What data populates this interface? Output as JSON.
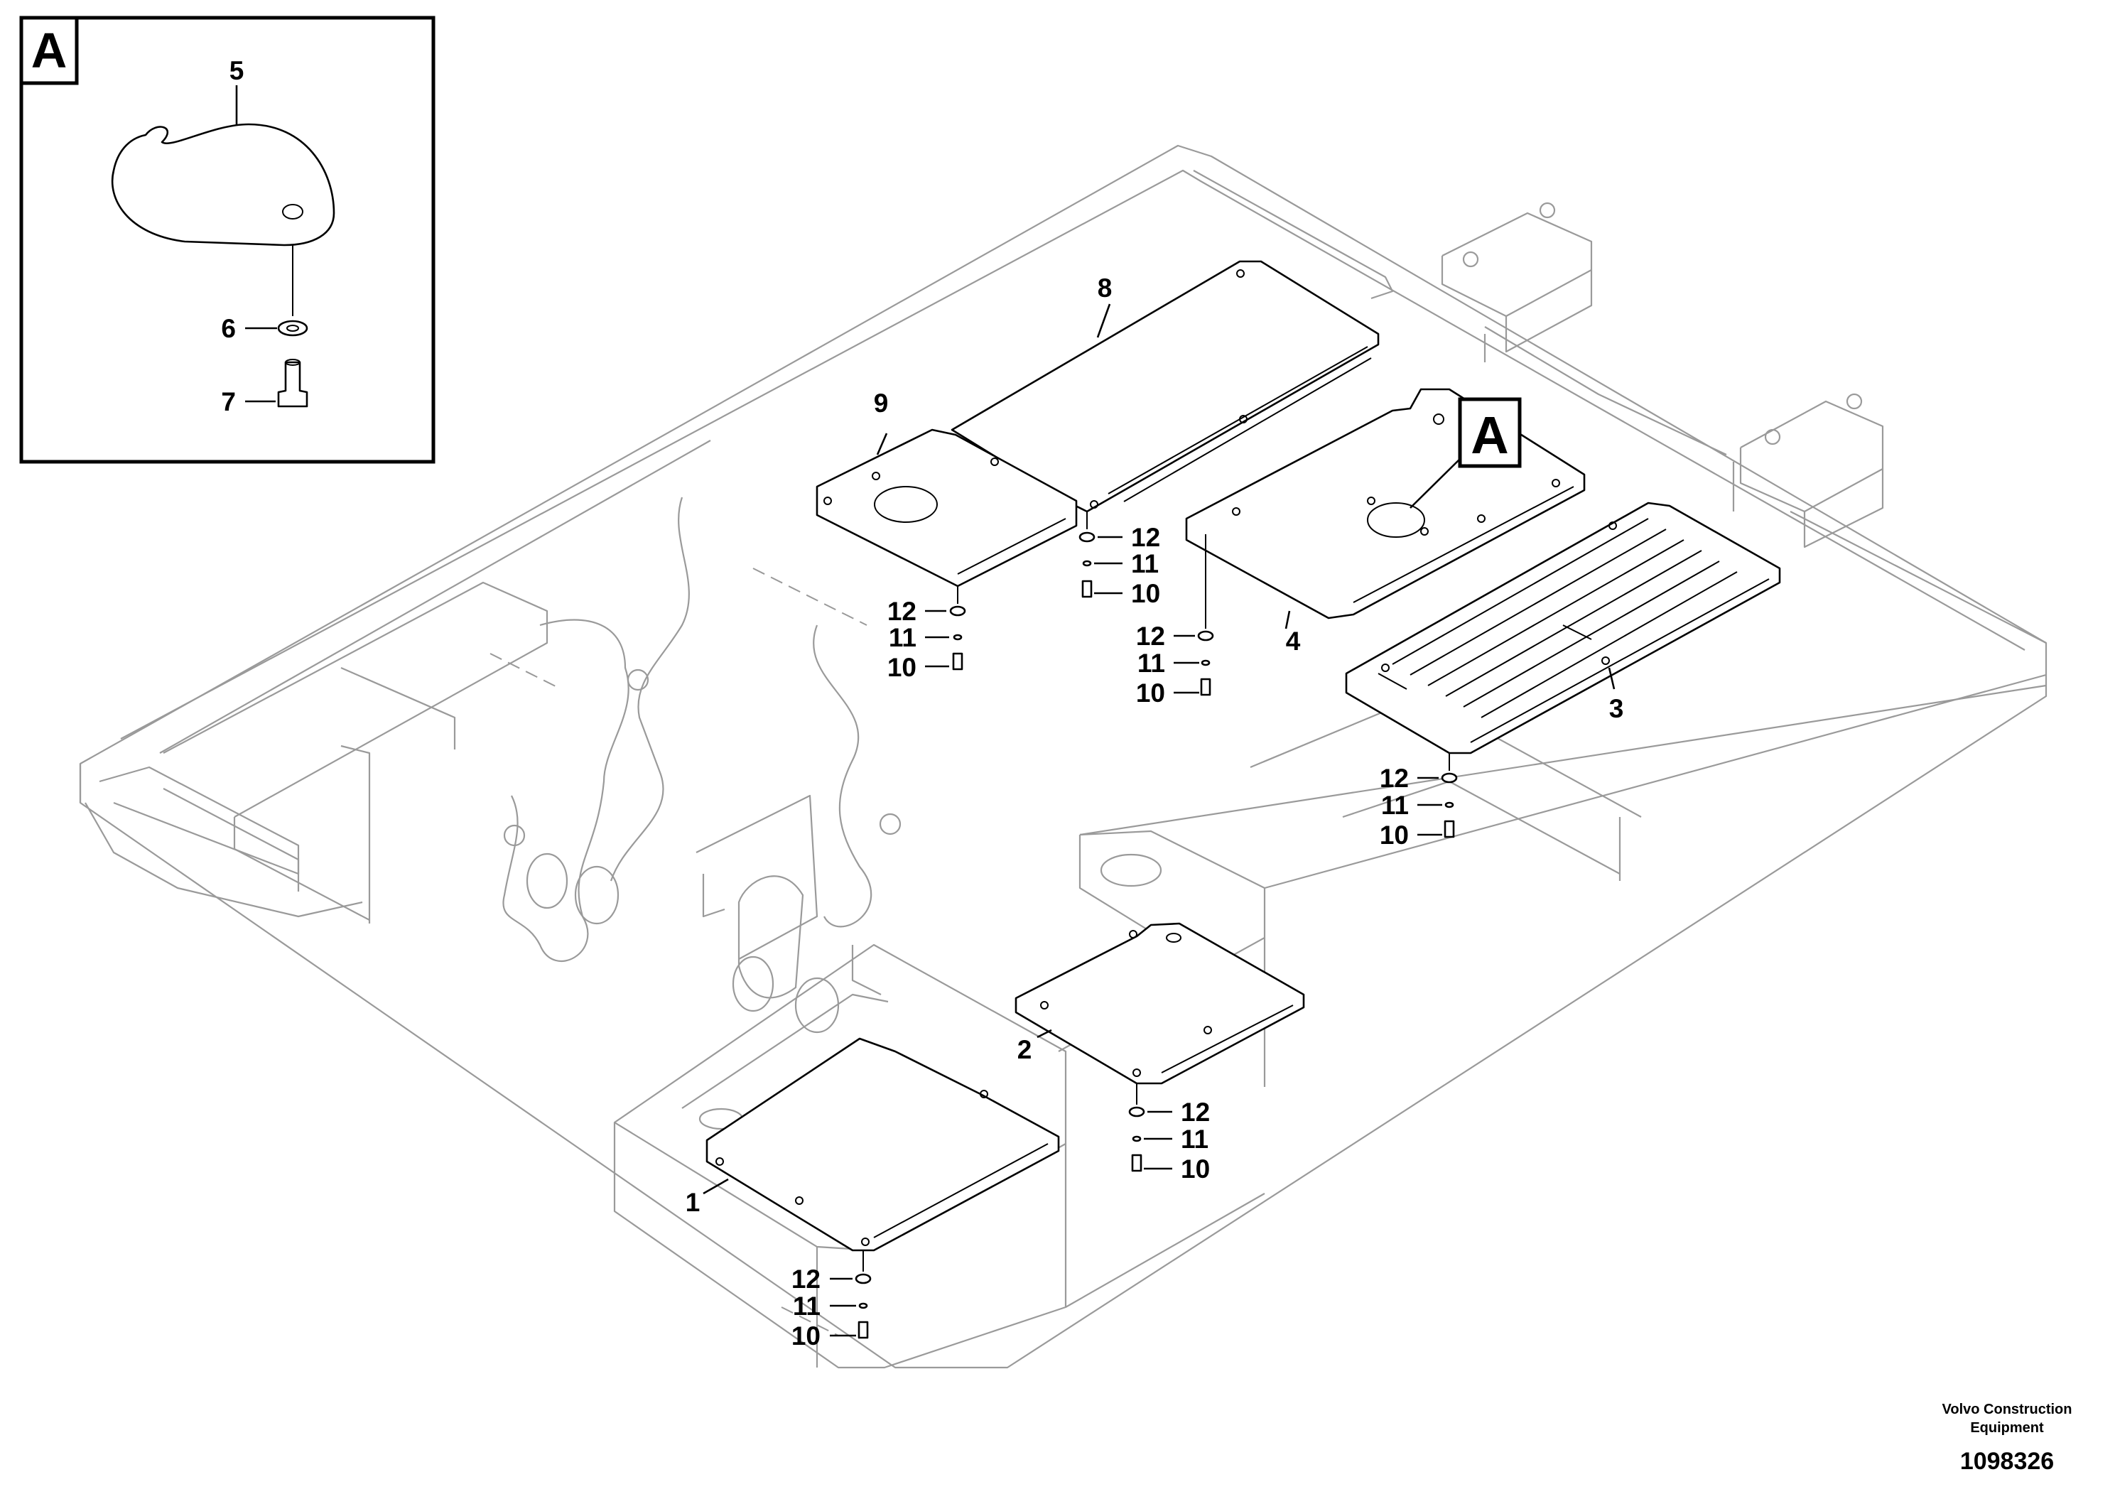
{
  "detail_view": {
    "tag": "A",
    "labels": {
      "plate": "5",
      "washer": "6",
      "screw": "7"
    }
  },
  "callout_tag": "A",
  "parts": {
    "p1": "1",
    "p2": "2",
    "p3": "3",
    "p4": "4",
    "p8": "8",
    "p9": "9"
  },
  "fastener_stacks": [
    {
      "id": "f1",
      "washer": "12",
      "lockwasher": "11",
      "screw": "10"
    },
    {
      "id": "f2",
      "washer": "12",
      "lockwasher": "11",
      "screw": "10"
    },
    {
      "id": "f3",
      "washer": "12",
      "lockwasher": "11",
      "screw": "10"
    },
    {
      "id": "f4",
      "washer": "12",
      "lockwasher": "11",
      "screw": "10"
    },
    {
      "id": "f5",
      "washer": "12",
      "lockwasher": "11",
      "screw": "10"
    },
    {
      "id": "f6",
      "washer": "12",
      "lockwasher": "11",
      "screw": "10"
    }
  ],
  "footer": {
    "line1": "Volvo Construction",
    "line2": "Equipment",
    "drawing_number": "1098326"
  }
}
